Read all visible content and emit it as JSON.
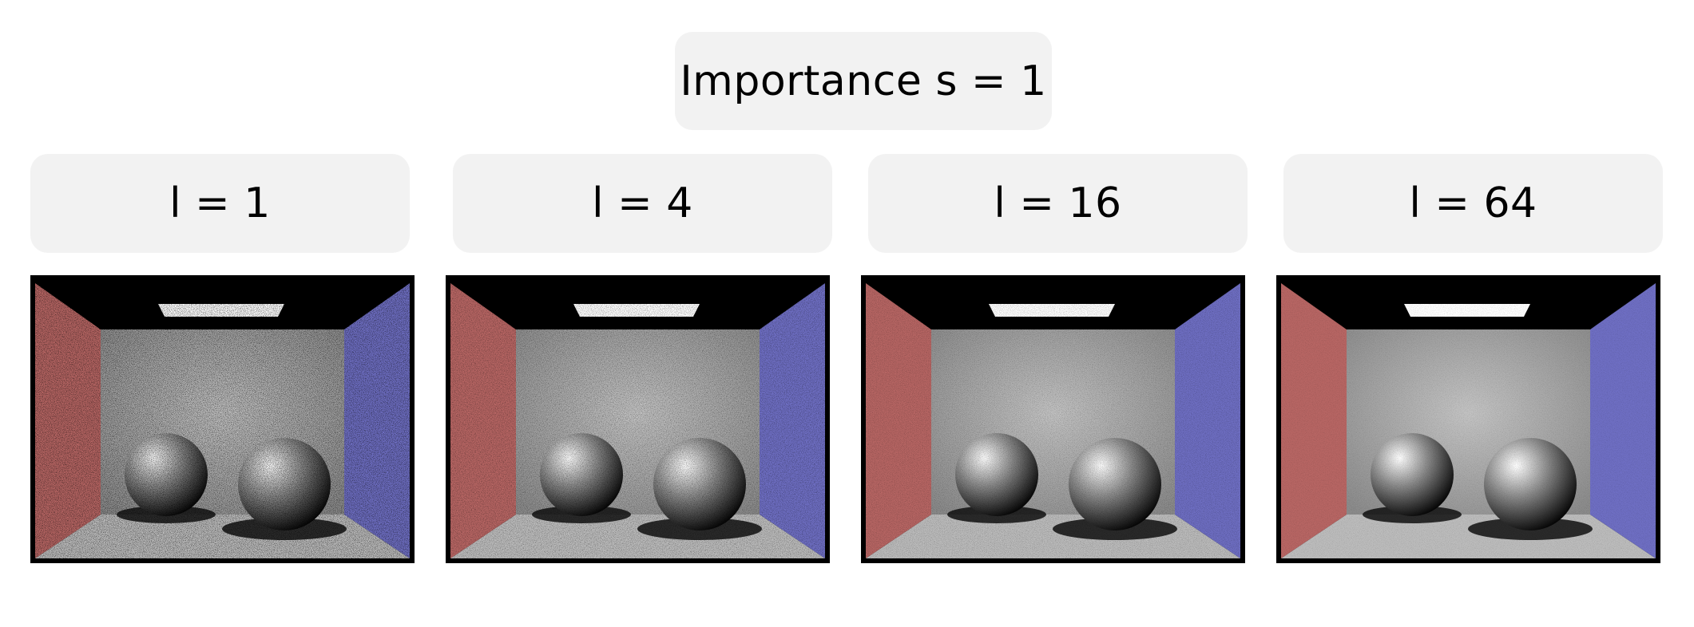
{
  "title": "Importance s = 1",
  "columns": [
    {
      "label": "l = 1"
    },
    {
      "label": "l = 4"
    },
    {
      "label": "l = 16"
    },
    {
      "label": "l = 64"
    }
  ],
  "noise_levels": [
    1.0,
    0.62,
    0.38,
    0.18
  ],
  "colors": {
    "label_background": "#f2f2f2",
    "left_wall": "#b86664",
    "right_wall": "#6f6fc4",
    "back_wall": "#a8a8a8",
    "floor": "#bdbdbd",
    "ceiling": "#000000",
    "light": "#ffffff"
  }
}
